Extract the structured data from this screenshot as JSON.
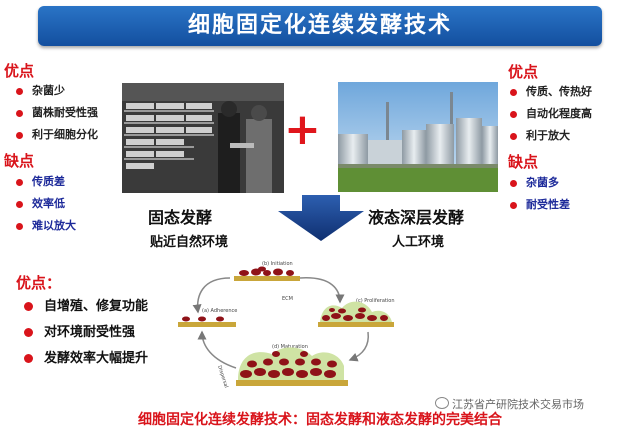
{
  "title": "细胞固定化连续发酵技术",
  "left": {
    "pros_label": "优点",
    "pros": [
      "杂菌少",
      "菌株耐受性强",
      "利于细胞分化"
    ],
    "cons_label": "缺点",
    "cons": [
      "传质差",
      "效率低",
      "难以放大"
    ]
  },
  "right": {
    "pros_label": "优点",
    "pros": [
      "传质、传热好",
      "自动化程度高",
      "利于放大"
    ],
    "cons_label": "缺点",
    "cons": [
      "杂菌多",
      "耐受性差"
    ]
  },
  "solid": {
    "title": "固态发酵",
    "subtitle": "贴近自然环境"
  },
  "liquid": {
    "title": "液态深层发酵",
    "subtitle": "人工环境"
  },
  "plus_symbol": "+",
  "advantages": {
    "label": "优点：",
    "items": [
      "自增殖、修复功能",
      "对环境耐受性强",
      "发酵效率大幅提升"
    ]
  },
  "cycle": {
    "initiation": "(b) Initiation",
    "adherence": "(a) Adherence",
    "proliferation": "(c) Proliferation",
    "maturation": "(d) Maturation",
    "dispersal": "Dispersal",
    "ecm": "ECM"
  },
  "watermark": "江苏省产研院技术交易市场",
  "bottom": "细胞固定化连续发酵技术：固态发酵和液态发酵的完美结合"
}
